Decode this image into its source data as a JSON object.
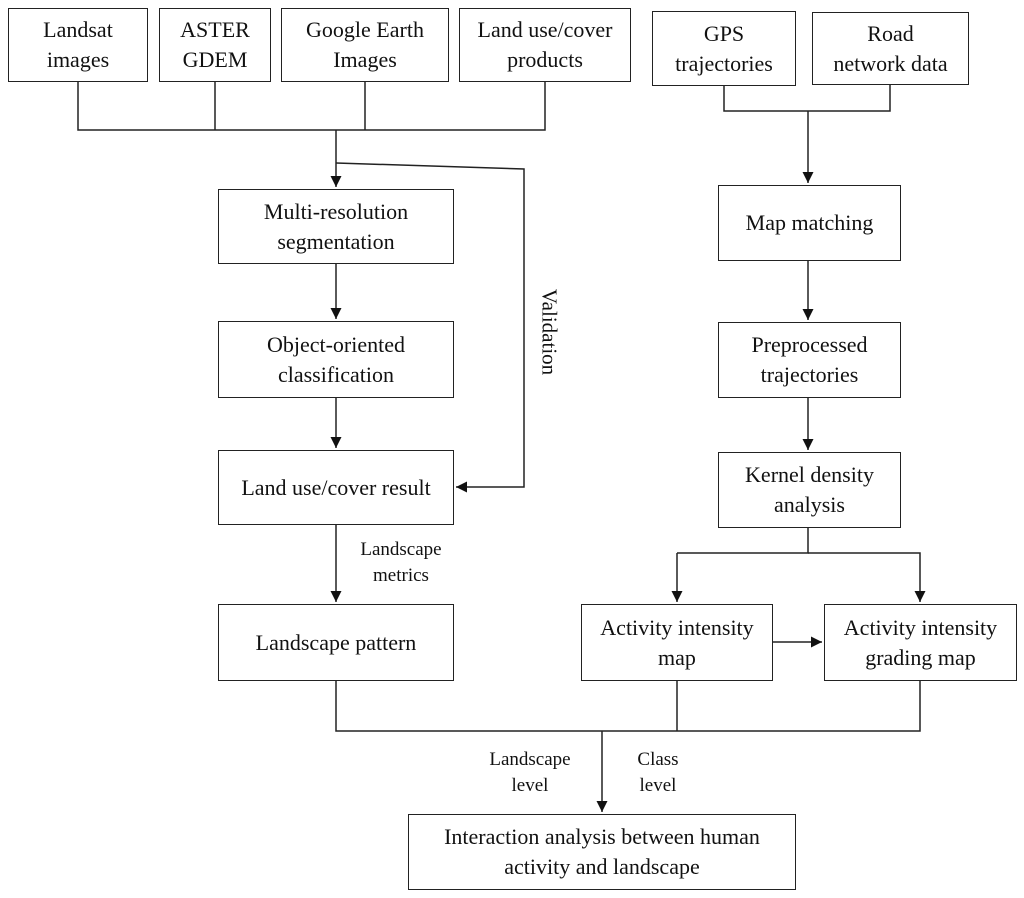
{
  "nodes": {
    "landsat": [
      "Landsat",
      "images"
    ],
    "aster": [
      "ASTER",
      "GDEM"
    ],
    "google": [
      "Google Earth",
      "Images"
    ],
    "landuse_products": [
      "Land use/cover",
      "products"
    ],
    "gps": [
      "GPS",
      "trajectories"
    ],
    "road": [
      "Road",
      "network data"
    ],
    "segmentation": [
      "Multi-resolution",
      "segmentation"
    ],
    "classification": [
      "Object-oriented",
      "classification"
    ],
    "landuse_result": [
      "Land use/cover result"
    ],
    "landscape_pattern": [
      "Landscape pattern"
    ],
    "map_matching": [
      "Map matching"
    ],
    "preprocessed": [
      "Preprocessed",
      "trajectories"
    ],
    "kernel": [
      "Kernel density",
      "analysis"
    ],
    "intensity_map": [
      "Activity intensity",
      "map"
    ],
    "grading_map": [
      "Activity intensity",
      "grading map"
    ],
    "interaction": [
      "Interaction analysis between human",
      "activity and landscape"
    ]
  },
  "labels": {
    "validation": "Validation",
    "landscape_metrics": [
      "Landscape",
      "metrics"
    ],
    "landscape_level": [
      "Landscape",
      "level"
    ],
    "class_level": [
      "Class",
      "level"
    ]
  }
}
